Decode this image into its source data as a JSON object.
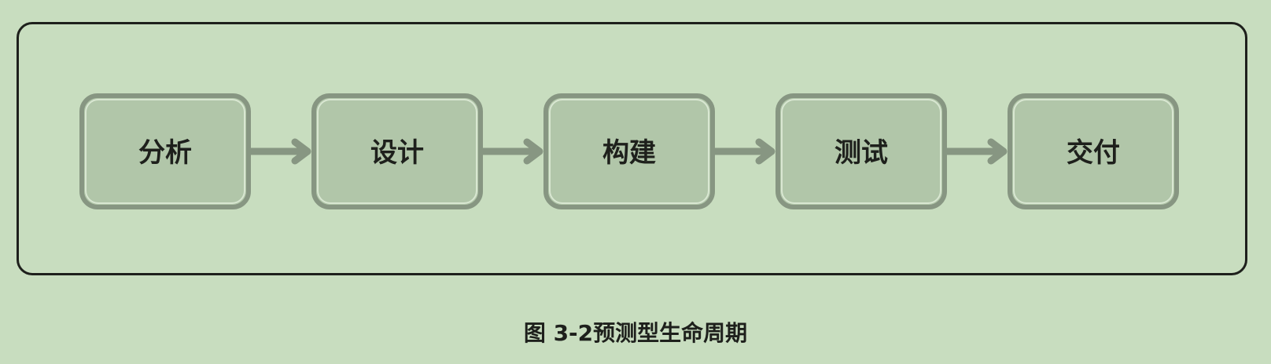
{
  "diagram": {
    "steps": [
      {
        "label": "分析"
      },
      {
        "label": "设计"
      },
      {
        "label": "构建"
      },
      {
        "label": "测试"
      },
      {
        "label": "交付"
      }
    ],
    "caption": "图 3-2预测型生命周期",
    "colors": {
      "background": "#c8ddbf",
      "box_fill": "#b1c6a9",
      "box_stroke": "#879682",
      "arrow": "#879682",
      "frame_border": "#1e201c",
      "text": "#1e201c"
    }
  }
}
